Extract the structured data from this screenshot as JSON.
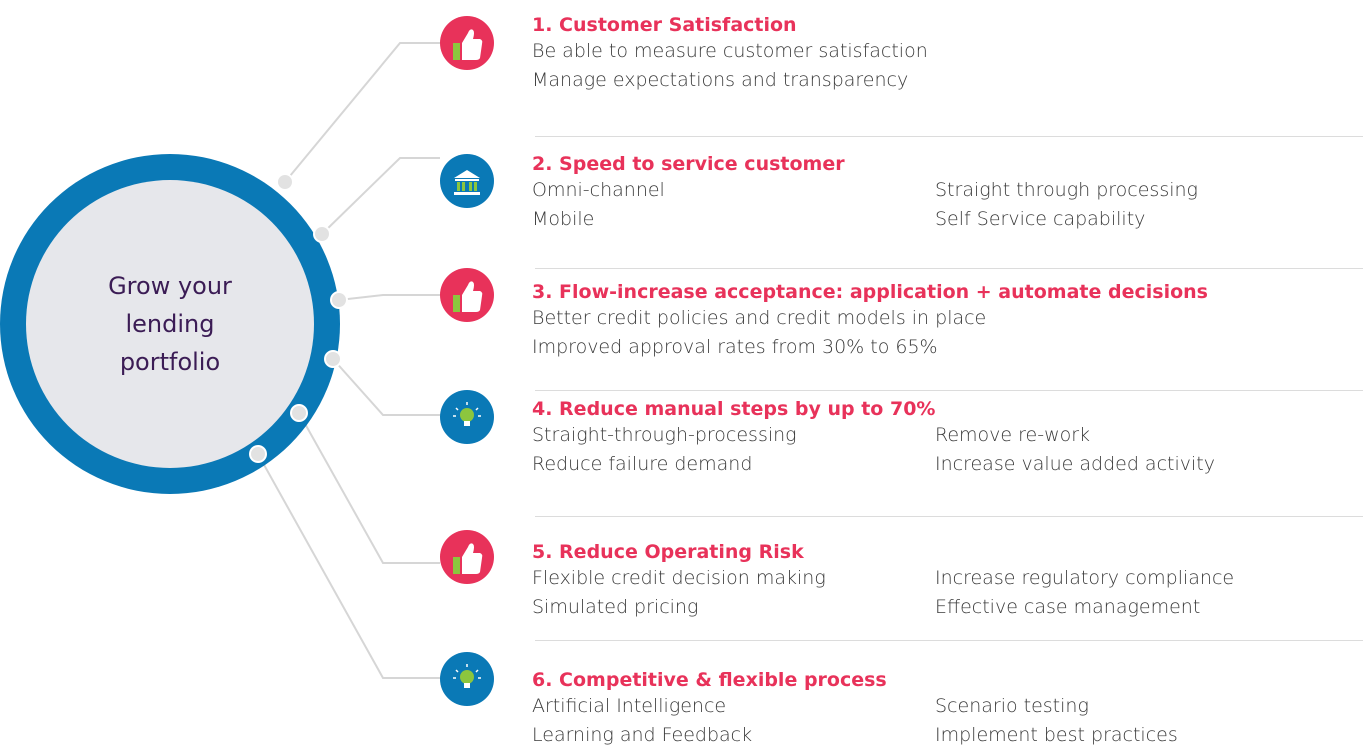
{
  "center": {
    "title": "Grow your lending portfolio"
  },
  "colors": {
    "blue": "#0a79b6",
    "red": "#e8325a",
    "green": "#8cc63e",
    "hub_fill": "#e6e7eb",
    "title": "#3b1c55"
  },
  "items": [
    {
      "title": "1. Customer Satisfaction",
      "icon": "thumbs-up-icon",
      "lines": [
        "Be able to measure customer satisfaction",
        "Manage expectations and transparency"
      ]
    },
    {
      "title": "2. Speed to service customer",
      "icon": "bank-icon",
      "lines": [
        "Omni-channel",
        "Straight through processing",
        "Mobile",
        "Self Service capability"
      ]
    },
    {
      "title": "3. Flow-increase acceptance: application + automate decisions",
      "icon": "thumbs-up-icon",
      "lines": [
        "Better credit policies and credit models in place",
        "Improved approval rates from 30% to 65%"
      ]
    },
    {
      "title": "4. Reduce manual steps by up to 70%",
      "icon": "lightbulb-icon",
      "lines": [
        "Straight-through-processing",
        "Remove re-work",
        "Reduce failure demand",
        "Increase value added activity"
      ]
    },
    {
      "title": "5. Reduce Operating Risk",
      "icon": "thumbs-up-icon",
      "lines": [
        "Flexible credit decision making",
        "Increase regulatory compliance",
        "Simulated pricing",
        "Effective case management"
      ]
    },
    {
      "title": "6. Competitive & flexible process",
      "icon": "lightbulb-icon",
      "lines": [
        "Artificial Intelligence",
        "Scenario testing",
        "Learning and Feedback",
        "Implement best practices"
      ]
    }
  ]
}
